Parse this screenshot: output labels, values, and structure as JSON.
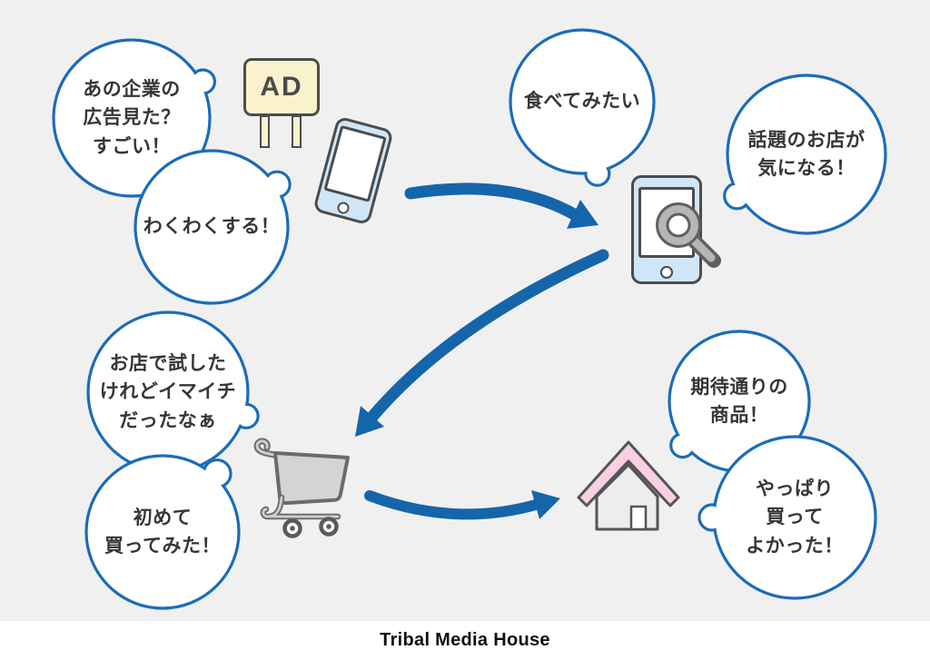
{
  "title": "customer journey infographic",
  "bubbles": [
    {
      "name": "ad-seen",
      "lines": [
        "あの企業の",
        "広告見た？",
        "すごい！"
      ]
    },
    {
      "name": "excited",
      "lines": [
        "わくわくする！"
      ]
    },
    {
      "name": "want-to-try",
      "lines": [
        "食べてみたい"
      ]
    },
    {
      "name": "trending-shop",
      "lines": [
        "話題のお店が",
        "気になる！"
      ]
    },
    {
      "name": "tried-but-meh",
      "lines": [
        "お店で試した",
        "けれどイマイチ",
        "だったなぁ"
      ]
    },
    {
      "name": "first-buy",
      "lines": [
        "初めて",
        "買ってみた！"
      ]
    },
    {
      "name": "as-expected",
      "lines": [
        "期待通りの",
        "商品！"
      ]
    },
    {
      "name": "glad-i-bought",
      "lines": [
        "やっぱり",
        "買って",
        "よかった！"
      ]
    }
  ],
  "ad_sign": {
    "label": "AD"
  },
  "footer": {
    "brand": "Tribal Media House"
  },
  "colors": {
    "background": "#f0f0f1",
    "bubble_border": "#1b6cb8",
    "arrow_blue": "#1565aa",
    "ad_sign_fill": "#faf2cd",
    "phone_fill": "#cfe6f8",
    "cart_gray": "#d4d4d4",
    "house_roof_pink": "#f8cfe3",
    "house_body_gray": "#ededed",
    "outline_dark": "#4c4c4c"
  }
}
